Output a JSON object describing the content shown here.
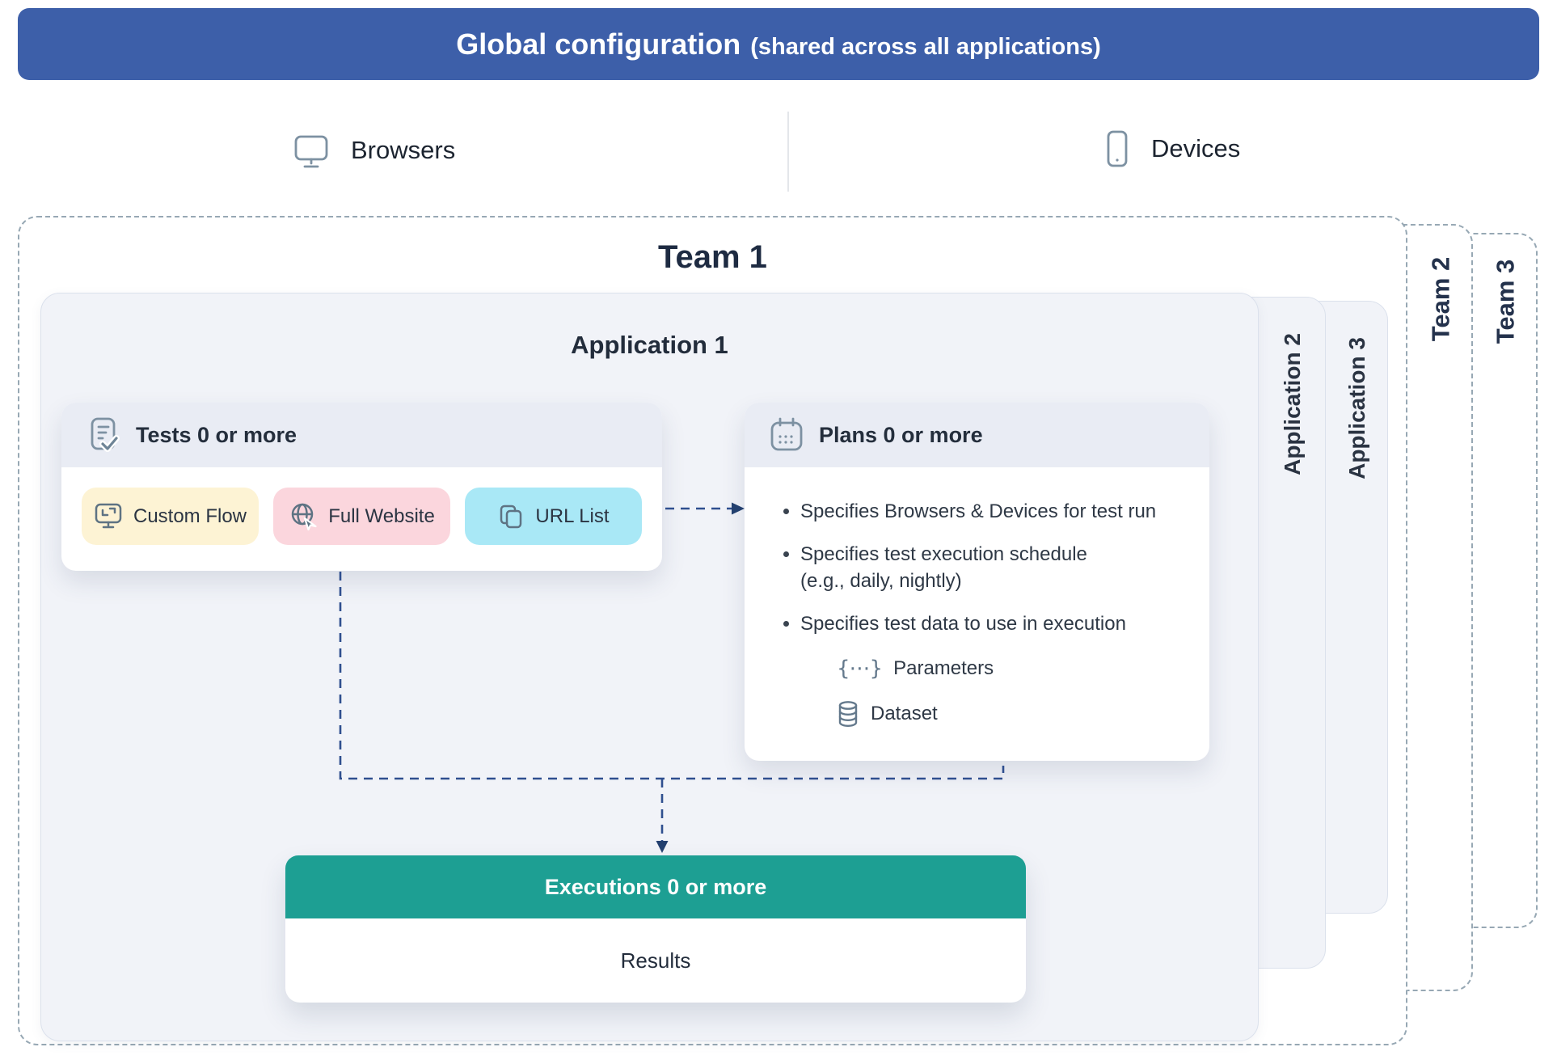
{
  "header": {
    "title": "Global configuration",
    "subtitle": "(shared across all applications)"
  },
  "global_config": {
    "items": [
      {
        "icon": "monitor-icon",
        "label": "Browsers"
      },
      {
        "icon": "smartphone-icon",
        "label": "Devices"
      }
    ]
  },
  "teams": [
    {
      "label": "Team 1"
    },
    {
      "label": "Team 2"
    },
    {
      "label": "Team 3"
    }
  ],
  "applications": [
    {
      "label": "Application 1"
    },
    {
      "label": "Application 2"
    },
    {
      "label": "Application 3"
    }
  ],
  "tests": {
    "icon": "clipboard-check-icon",
    "title": "Tests 0 or more",
    "pills": [
      {
        "icon": "monitor-pointer-icon",
        "label": "Custom Flow",
        "bg": "#FDF3D4"
      },
      {
        "icon": "globe-cursor-icon",
        "label": "Full Website",
        "bg": "#FBD6DD"
      },
      {
        "icon": "copy-icon",
        "label": "URL List",
        "bg": "#A9E8F6"
      }
    ]
  },
  "plans": {
    "icon": "calendar-icon",
    "title": "Plans 0 or more",
    "bullets": [
      {
        "lines": [
          "Specifies Browsers & Devices for test run"
        ]
      },
      {
        "lines": [
          "Specifies test execution schedule",
          "(e.g., daily, nightly)"
        ]
      },
      {
        "lines": [
          "Specifies test data to use in execution"
        ]
      }
    ],
    "sub_items": [
      {
        "icon": "braces-icon",
        "glyph": "{⋯}",
        "label": "Parameters"
      },
      {
        "icon": "database-icon",
        "label": "Dataset"
      }
    ]
  },
  "executions": {
    "title": "Executions 0 or more",
    "result_label": "Results"
  },
  "colors": {
    "header_blue": "#3D5FA9",
    "executions_teal": "#1D9F93",
    "connector_navy": "#2F4F8F",
    "team_border": "#97A8B4",
    "app_fill": "#F1F3F8",
    "app_border": "#DBE1EC",
    "card_header_bg": "#E9ECF4",
    "pill_yellow": "#FDF3D4",
    "pill_pink": "#FBD6DD",
    "pill_cyan": "#A9E8F6",
    "icon_slate": "#64798C",
    "text_dark": "#232D3B",
    "title_navy": "#1E2B42"
  }
}
